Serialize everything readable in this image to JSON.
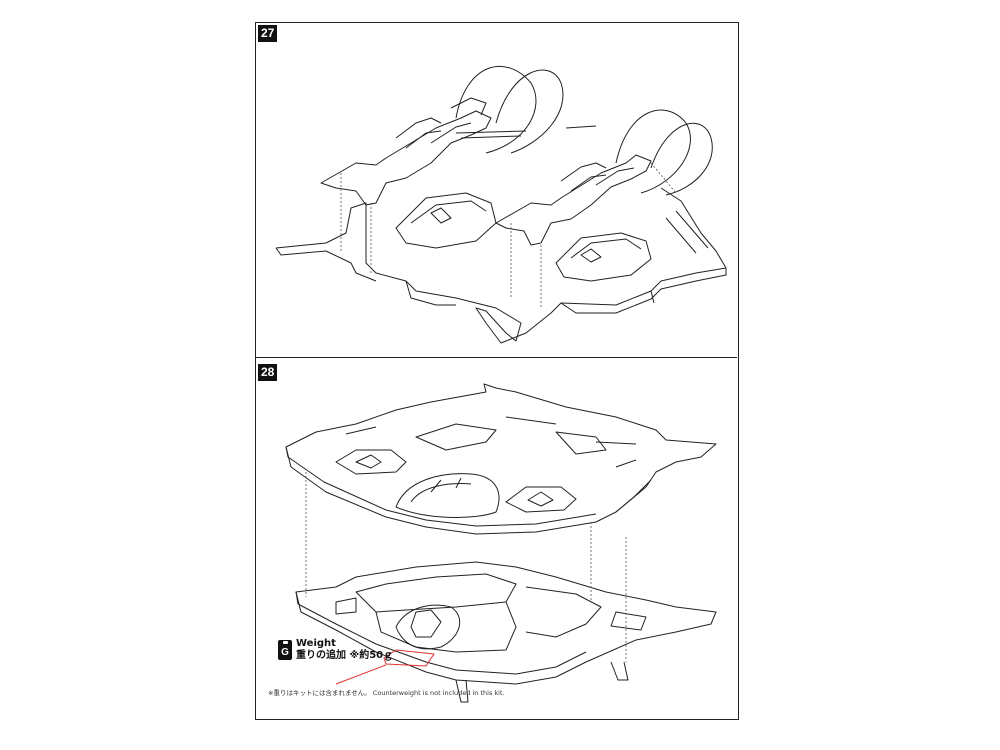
{
  "steps": [
    {
      "number": "27"
    },
    {
      "number": "28"
    }
  ],
  "weight": {
    "title": "Weight",
    "subtitle": "重りの追加 ※約50ｇ",
    "icon_letter": "G"
  },
  "footnote": "※重りはキットには含まれません。 Counterweight is not included in this kit.",
  "colors": {
    "line": "#222222",
    "guide": "#555555",
    "accent": "#e0302f",
    "badge": "#111111"
  }
}
